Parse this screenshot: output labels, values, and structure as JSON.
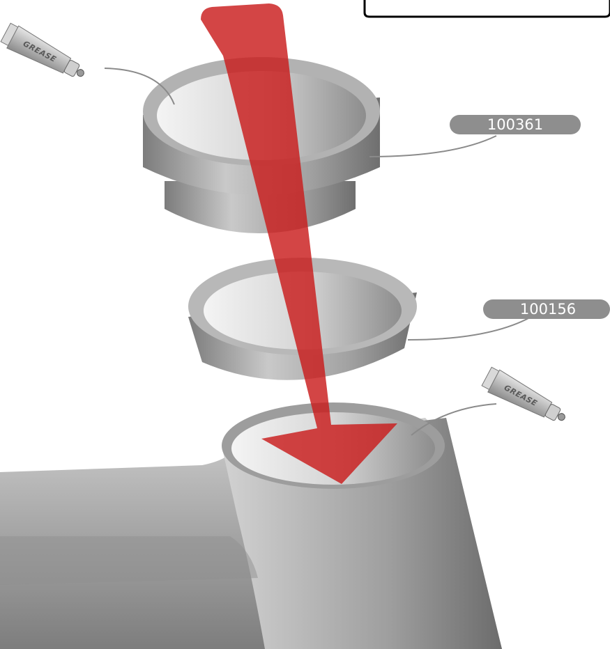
{
  "callouts": [
    {
      "part_number": "100361"
    },
    {
      "part_number": "100156"
    }
  ],
  "grease_tubes": [
    {
      "label": "GREASE"
    },
    {
      "label": "GREASE"
    }
  ],
  "colors": {
    "arrow": "#c91c1c",
    "callout_pill": "#8e8e8e",
    "part_gray": "#a6a6a6",
    "info_box_border": "#000000"
  }
}
